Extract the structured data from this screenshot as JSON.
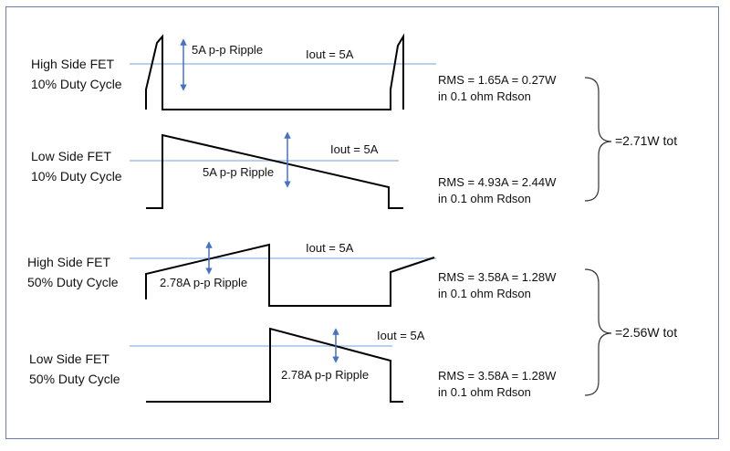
{
  "diagram": {
    "panels": [
      {
        "label_line1": "High Side FET",
        "label_line2": "10% Duty Cycle",
        "ripple_label": "5A p-p Ripple",
        "iout_label": "Iout = 5A",
        "rms_line1": "RMS = 1.65A = 0.27W",
        "rms_line2": "in 0.1 ohm Rdson"
      },
      {
        "label_line1": "Low Side FET",
        "label_line2": "10% Duty Cycle",
        "ripple_label": "5A p-p Ripple",
        "iout_label": "Iout = 5A",
        "rms_line1": "RMS = 4.93A = 2.44W",
        "rms_line2": "in 0.1 ohm Rdson"
      },
      {
        "label_line1": "High Side FET",
        "label_line2": "50% Duty Cycle",
        "ripple_label": "2.78A p-p Ripple",
        "iout_label": "Iout = 5A",
        "rms_line1": "RMS = 3.58A = 1.28W",
        "rms_line2": "in 0.1 ohm Rdson"
      },
      {
        "label_line1": "Low Side FET",
        "label_line2": "50% Duty Cycle",
        "ripple_label": "2.78A p-p Ripple",
        "iout_label": "Iout = 5A",
        "rms_line1": "RMS = 3.58A = 1.28W",
        "rms_line2": "in 0.1 ohm Rdson"
      }
    ],
    "totals": {
      "top": "=2.71W tot",
      "bottom": "=2.56W tot"
    },
    "colors": {
      "waveform": "#000000",
      "iout_line": "#8fb4e3",
      "arrow": "#4472c4",
      "brace": "#333333",
      "border": "#6a7fb0"
    }
  }
}
